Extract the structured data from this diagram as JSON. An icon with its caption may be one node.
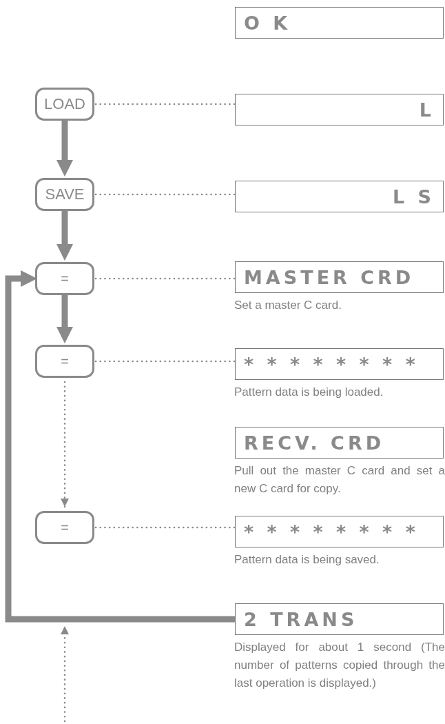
{
  "diagram": {
    "nodes": [
      {
        "text": [
          "O K"
        ]
      },
      {
        "text": [
          "LOAD"
        ]
      },
      {
        "text": [
          "L"
        ]
      },
      {
        "text": [
          "SAVE"
        ]
      },
      {
        "text": [
          "L S"
        ]
      },
      {
        "text": [
          "="
        ]
      },
      {
        "text": [
          "MASTER CRD"
        ],
        "beside": [
          "Set a master C card."
        ]
      },
      {
        "text": [
          "="
        ]
      },
      {
        "text": [
          "* * * * * * * *"
        ],
        "beside": [
          "Pattern data is being loaded."
        ]
      },
      {
        "text": [
          "RECV. CRD"
        ],
        "beside": [
          "Pull out the master C card and set a new C card for copy."
        ]
      },
      {
        "text": [
          "="
        ]
      },
      {
        "text": [
          "* * * * * * * *"
        ],
        "beside": [
          "Pattern data is being saved."
        ]
      },
      {
        "text": [
          "2 TRANS"
        ],
        "beside": [
          "Displayed for about 1 second (The number of patterns copied through the last operation is displayed.)"
        ]
      }
    ],
    "edges": [
      {
        "from": 1,
        "to": 2,
        "arrow": "none",
        "style": "dashed"
      },
      {
        "from": 1,
        "to": 3,
        "arrow": "to",
        "style": "thick"
      },
      {
        "from": 3,
        "to": 4,
        "arrow": "none",
        "style": "dashed"
      },
      {
        "from": 3,
        "to": 5,
        "arrow": "to",
        "style": "thick"
      },
      {
        "from": 5,
        "to": 6,
        "arrow": "none",
        "style": "dashed"
      },
      {
        "from": 5,
        "to": 7,
        "arrow": "to",
        "style": "thick"
      },
      {
        "from": 7,
        "to": 8,
        "arrow": "none",
        "style": "dashed"
      },
      {
        "from": 7,
        "to": 10,
        "arrow": "to",
        "style": "dashed"
      },
      {
        "from": 10,
        "to": 11,
        "arrow": "none",
        "style": "dashed"
      },
      {
        "from": 12,
        "to": 5,
        "arrow": "to",
        "style": "thick"
      }
    ]
  }
}
